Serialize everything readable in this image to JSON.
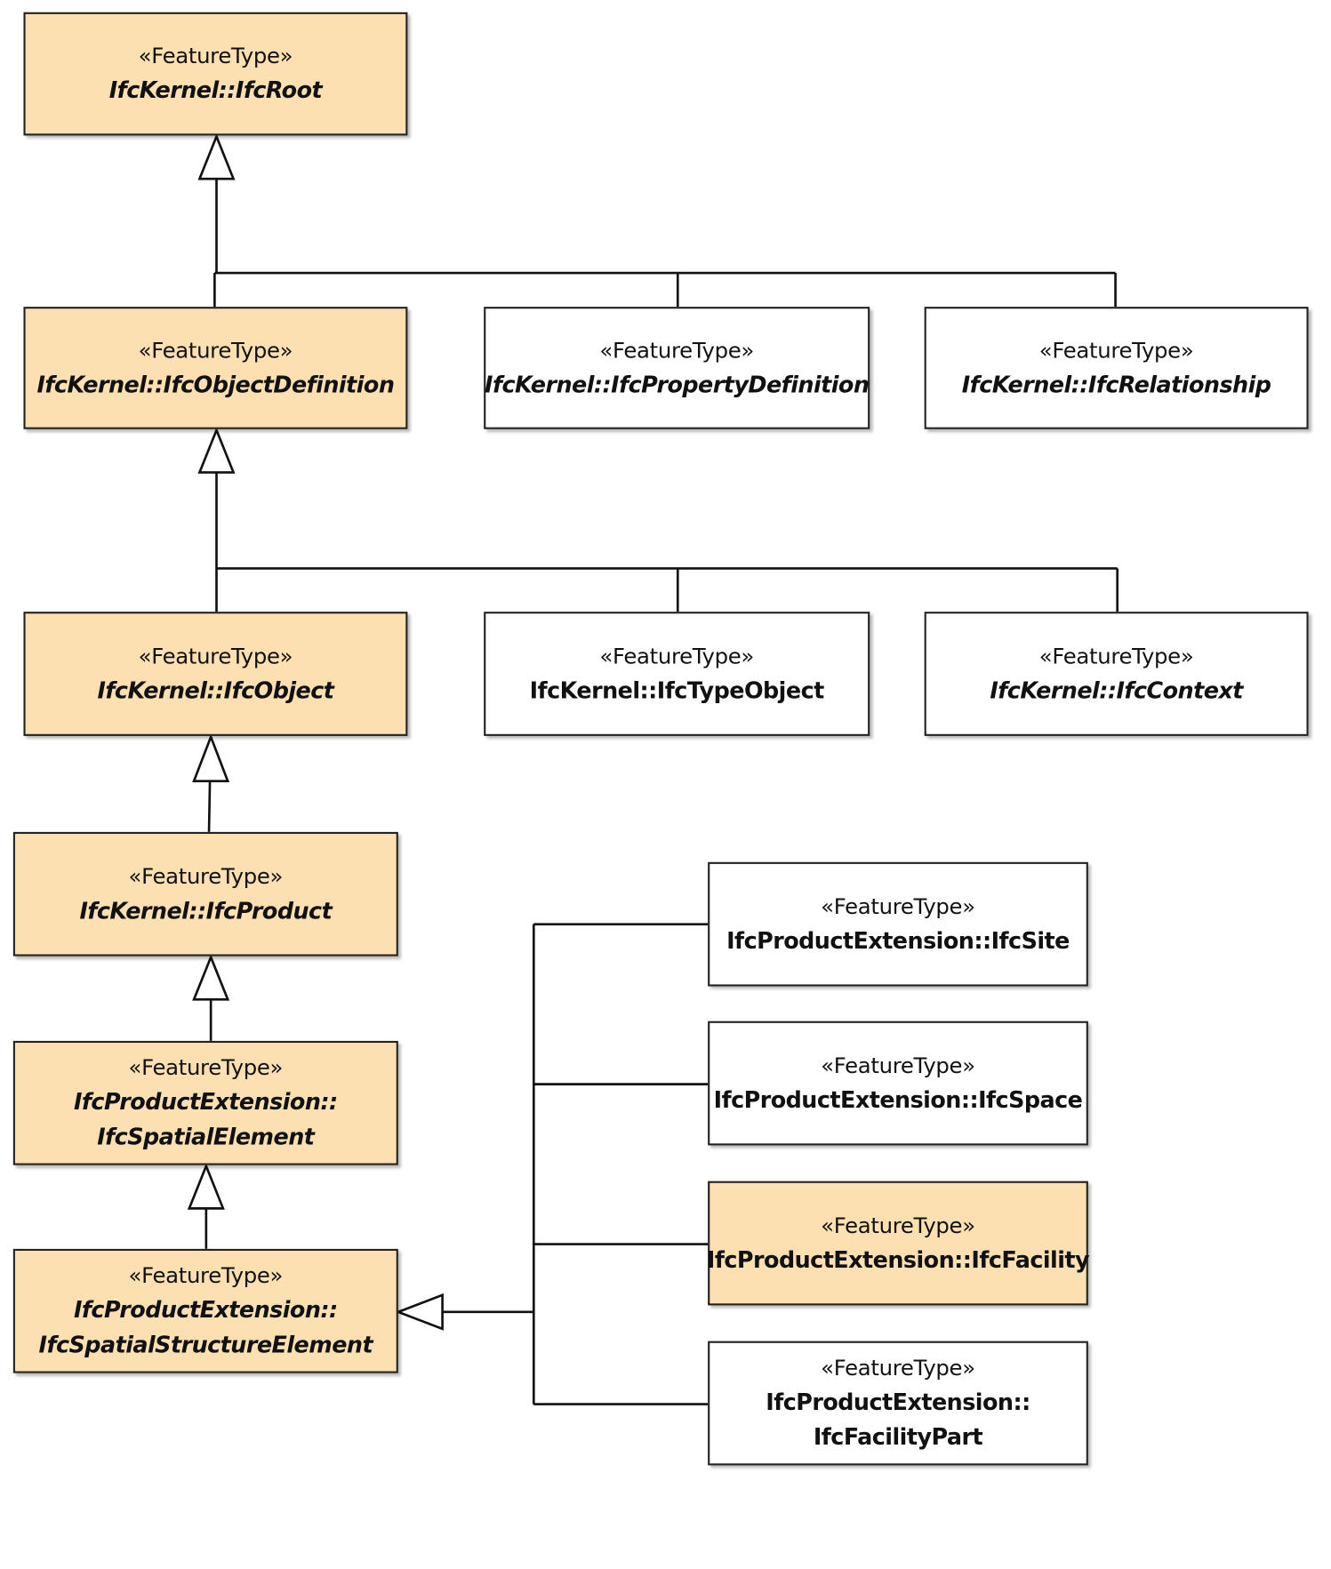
{
  "stereotype": "«FeatureType»",
  "classes": {
    "ifc_root": {
      "name": "IfcKernel::IfcRoot",
      "abstract": true,
      "highlighted": true
    },
    "ifc_object_definition": {
      "name": "IfcKernel::IfcObjectDefinition",
      "abstract": true,
      "highlighted": true
    },
    "ifc_property_definition": {
      "name": "IfcKernel::IfcPropertyDefinition",
      "abstract": true,
      "highlighted": false
    },
    "ifc_relationship": {
      "name": "IfcKernel::IfcRelationship",
      "abstract": true,
      "highlighted": false
    },
    "ifc_object": {
      "name": "IfcKernel::IfcObject",
      "abstract": true,
      "highlighted": true
    },
    "ifc_type_object": {
      "name": "IfcKernel::IfcTypeObject",
      "abstract": false,
      "highlighted": false
    },
    "ifc_context": {
      "name": "IfcKernel::IfcContext",
      "abstract": true,
      "highlighted": false
    },
    "ifc_product": {
      "name": "IfcKernel::IfcProduct",
      "abstract": true,
      "highlighted": true
    },
    "ifc_spatial_element": {
      "name": "IfcProductExtension::\nIfcSpatialElement",
      "abstract": true,
      "highlighted": true
    },
    "ifc_spatial_structure_element": {
      "name": "IfcProductExtension::\nIfcSpatialStructureElement",
      "abstract": true,
      "highlighted": true
    },
    "ifc_site": {
      "name": "IfcProductExtension::IfcSite",
      "abstract": false,
      "highlighted": false
    },
    "ifc_space": {
      "name": "IfcProductExtension::IfcSpace",
      "abstract": false,
      "highlighted": false
    },
    "ifc_facility": {
      "name": "IfcProductExtension::IfcFacility",
      "abstract": false,
      "highlighted": true
    },
    "ifc_facility_part": {
      "name": "IfcProductExtension::\nIfcFacilityPart",
      "abstract": false,
      "highlighted": false
    }
  },
  "generalizations": [
    {
      "parent": "ifc_root",
      "children": [
        "ifc_object_definition",
        "ifc_property_definition",
        "ifc_relationship"
      ]
    },
    {
      "parent": "ifc_object_definition",
      "children": [
        "ifc_object",
        "ifc_type_object",
        "ifc_context"
      ]
    },
    {
      "parent": "ifc_object",
      "children": [
        "ifc_product"
      ]
    },
    {
      "parent": "ifc_product",
      "children": [
        "ifc_spatial_element"
      ]
    },
    {
      "parent": "ifc_spatial_element",
      "children": [
        "ifc_spatial_structure_element"
      ]
    },
    {
      "parent": "ifc_spatial_structure_element",
      "children": [
        "ifc_site",
        "ifc_space",
        "ifc_facility",
        "ifc_facility_part"
      ]
    }
  ],
  "colors": {
    "highlight_fill": "#fde0b2",
    "plain_fill": "#ffffff",
    "line": "#111111"
  }
}
